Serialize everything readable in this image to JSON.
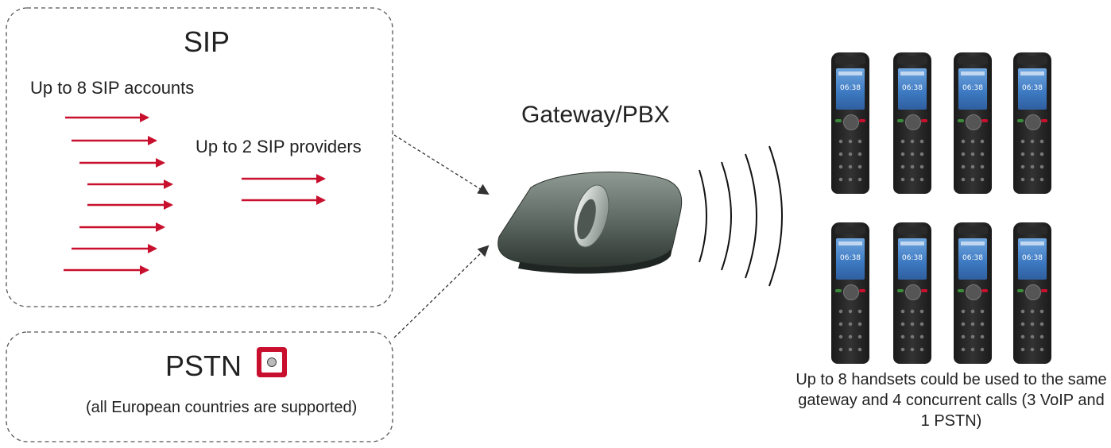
{
  "sip": {
    "title": "SIP",
    "accounts_label": "Up to 8 SIP accounts",
    "providers_label": "Up to 2 SIP providers",
    "account_count": 8,
    "provider_count": 2
  },
  "gateway": {
    "title": "Gateway/PBX"
  },
  "pstn": {
    "title": "PSTN",
    "note": "(all European countries are supported)",
    "icon": "phone-jack-icon"
  },
  "handsets": {
    "count": 8,
    "screen_time": "06:38",
    "note": "Up to 8 handsets could be used to the same gateway and 4 concurrent calls (3 VoIP and 1 PSTN)"
  },
  "colors": {
    "arrow_red": "#c8102e",
    "dashed_border": "#555555",
    "text": "#222222"
  }
}
